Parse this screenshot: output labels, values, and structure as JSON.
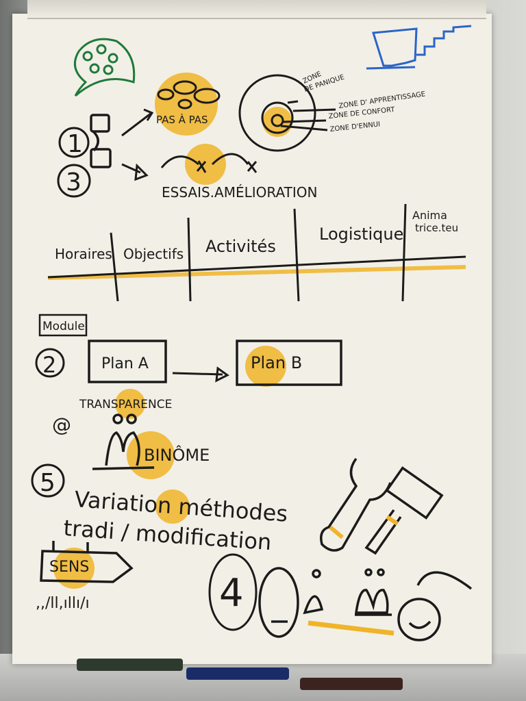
{
  "palette": {
    "ink": "#1b1b1b",
    "highlight": "#f0b429",
    "green": "#1e7a3a",
    "blue": "#2a64c9",
    "paper": "#f2efe6"
  },
  "top": {
    "step_one": "1",
    "step_three": "3",
    "pas_a_pas": "PAS À PAS",
    "essais": "ESSAIS.AMÉLIORATION",
    "zones": {
      "panique": [
        "ZONE",
        "DE PANIQUE"
      ],
      "apprentissage": "ZONE D' APPRENTISSAGE",
      "confort": "ZONE DE CONFORT",
      "ennui": "ZONE D'ENNUI"
    }
  },
  "table_header": {
    "columns": [
      "Horaires",
      "Objectifs",
      "Activités",
      "Logistique"
    ],
    "last_column": [
      "Anima",
      "trice.teu"
    ]
  },
  "middle": {
    "module_label": "Module",
    "step_two": "2",
    "plan_a": "Plan A",
    "plan_b": "Plan B",
    "transparence": "TRANSPARENCE",
    "at_sign": "@",
    "binome": "BINÔME"
  },
  "bottom": {
    "step_five": "5",
    "variation": "Variation méthodes",
    "tradi": "tradi / modification",
    "sens": "SENS",
    "step_four": "4",
    "grass": ",,/ll,ıllı/ı"
  },
  "icons": [
    "thinking-head-icon",
    "stairs-hat-icon",
    "hourglass-icon",
    "target-zones-icon",
    "wrench-icon",
    "hammer-icon",
    "signpost-icon",
    "smiley-icon",
    "crowd-icon"
  ]
}
